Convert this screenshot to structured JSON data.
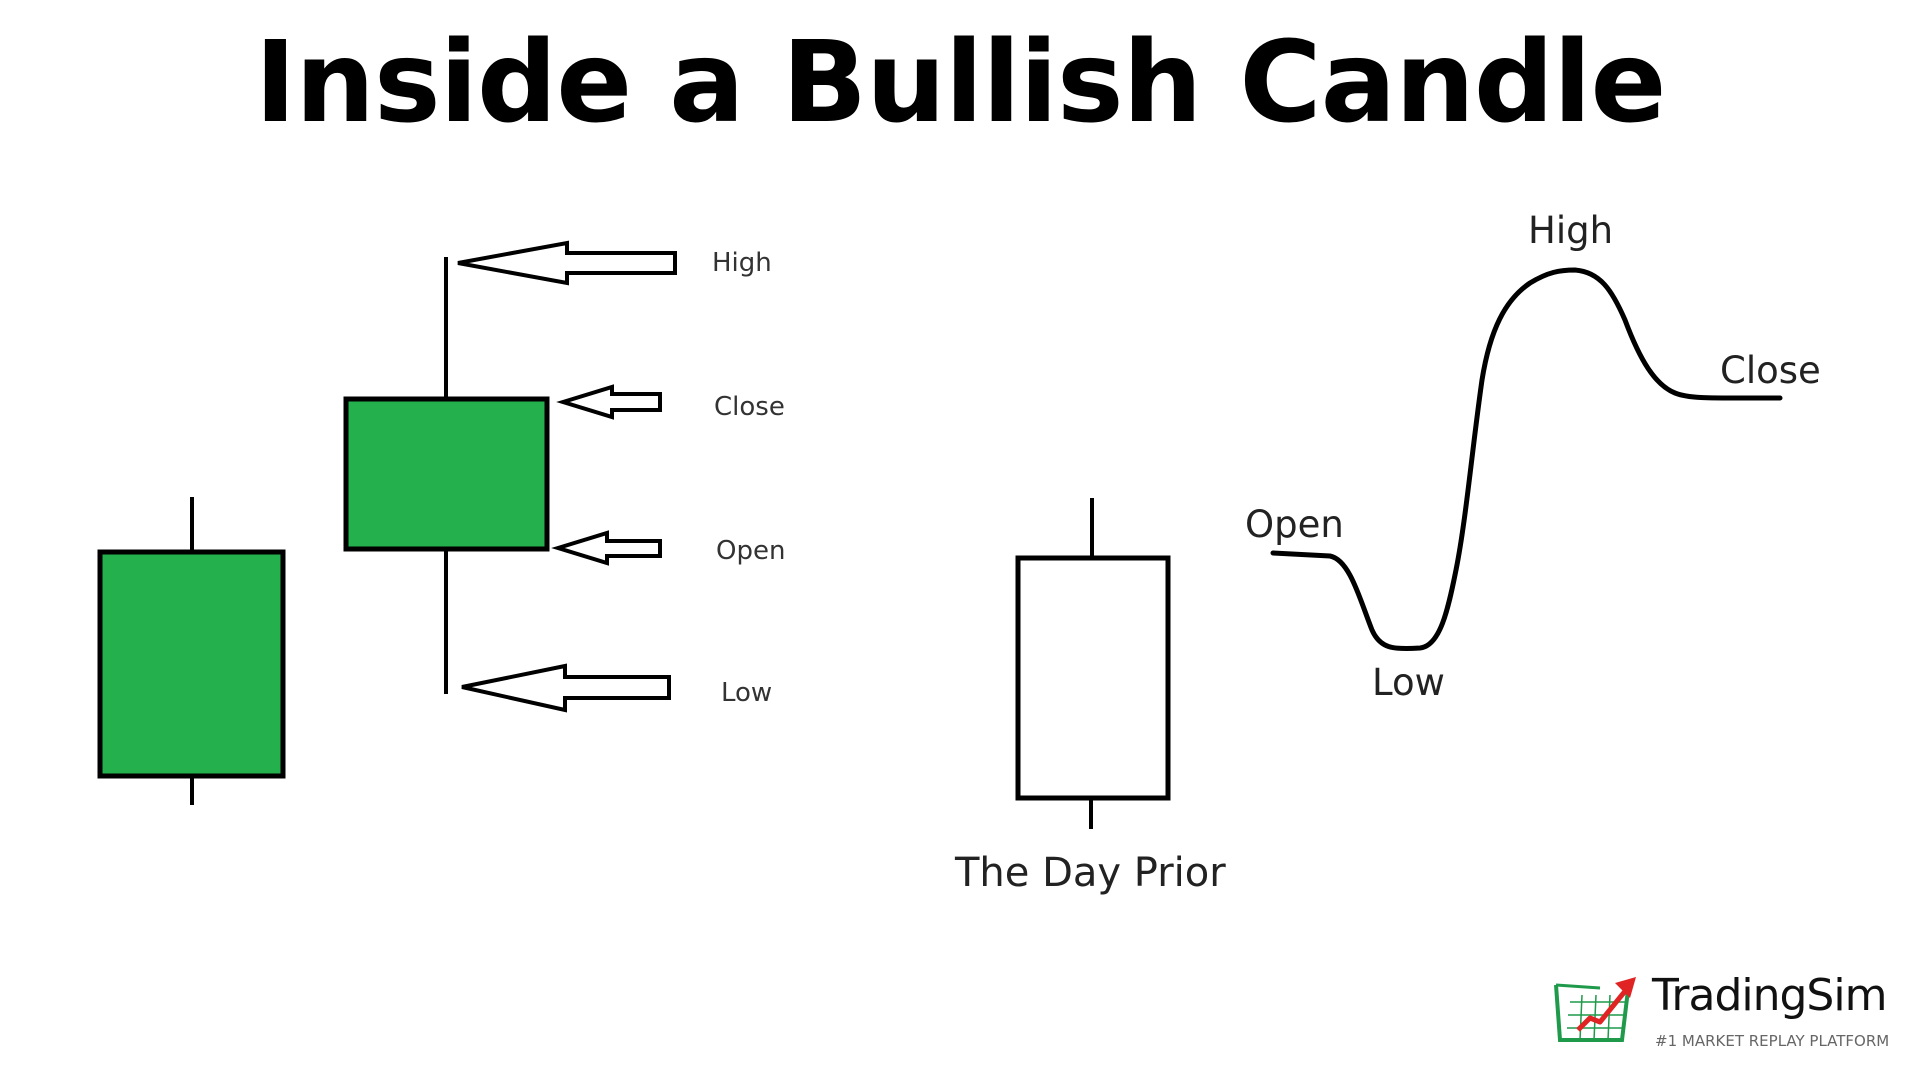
{
  "title": "Inside a Bullish Candle",
  "colors": {
    "bullish_green": "#24b04c",
    "outline": "#000000",
    "label_gray": "#333333",
    "logo_green": "#1e9a4a",
    "logo_red": "#e02424"
  },
  "candle_labels": {
    "high": "High",
    "close": "Close",
    "open": "Open",
    "low": "Low"
  },
  "prior_candle": {
    "caption": "The Day Prior"
  },
  "price_path_labels": {
    "open": "Open",
    "low": "Low",
    "high": "High",
    "close": "Close"
  },
  "logo": {
    "name": "TradingSim",
    "tagline": "#1 MARKET REPLAY PLATFORM",
    "icon": "chart-up-arrow-icon"
  }
}
